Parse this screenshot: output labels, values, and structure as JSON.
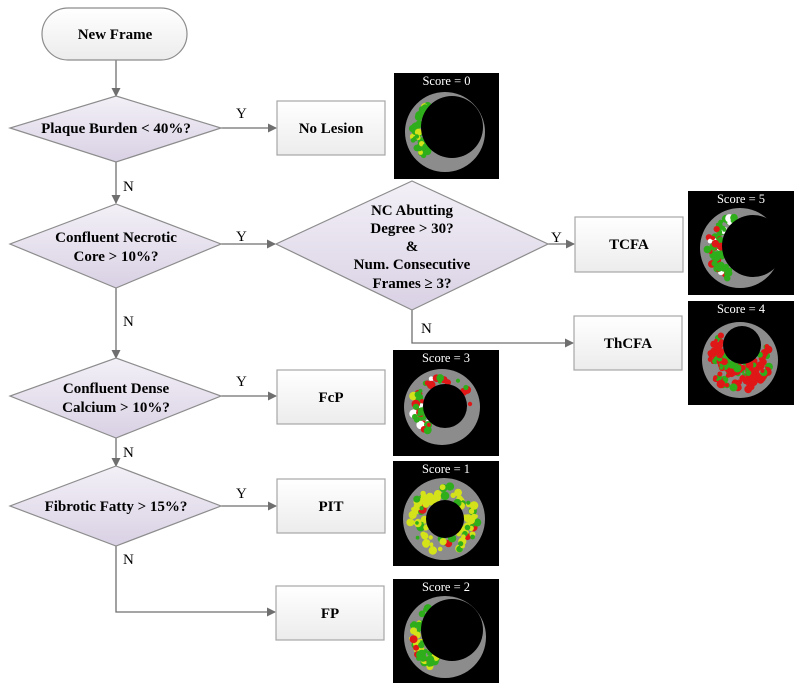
{
  "flowchart": {
    "start": {
      "label": "New Frame"
    },
    "decisions": [
      {
        "id": "plaque-burden",
        "label": "Plaque Burden < 40%?"
      },
      {
        "id": "confluent-necrotic-core",
        "lines": [
          "Confluent Necrotic",
          "Core > 10%?"
        ]
      },
      {
        "id": "nc-abutting",
        "lines": [
          "NC Abutting",
          "Degree > 30?",
          "&",
          "Num. Consecutive",
          "Frames ≥ 3?"
        ]
      },
      {
        "id": "confluent-dense-calcium",
        "lines": [
          "Confluent Dense",
          "Calcium > 10%?"
        ]
      },
      {
        "id": "fibrotic-fatty",
        "label": "Fibrotic Fatty > 15%?"
      }
    ],
    "outcomes": [
      {
        "id": "no-lesion",
        "label": "No Lesion",
        "score": "Score = 0"
      },
      {
        "id": "tcfa",
        "label": "TCFA",
        "score": "Score = 5"
      },
      {
        "id": "thcfa",
        "label": "ThCFA",
        "score": "Score = 4"
      },
      {
        "id": "fcp",
        "label": "FcP",
        "score": "Score = 3"
      },
      {
        "id": "pit",
        "label": "PIT",
        "score": "Score = 1"
      },
      {
        "id": "fp",
        "label": "FP",
        "score": "Score = 2"
      }
    ],
    "edge_labels": {
      "yes": "Y",
      "no": "N"
    },
    "colors": {
      "decision_fill": "#e1dbe9",
      "box_fill": "#f2f2f2",
      "stroke": "#7f7f7f",
      "arrow": "#6f6f6f",
      "vessel_wall": "#8c8c8c",
      "fibrous": "#2fae1b",
      "fibrofatty": "#d4e21a",
      "necrotic_core": "#e01717",
      "dense_calcium": "#ffffff"
    }
  }
}
